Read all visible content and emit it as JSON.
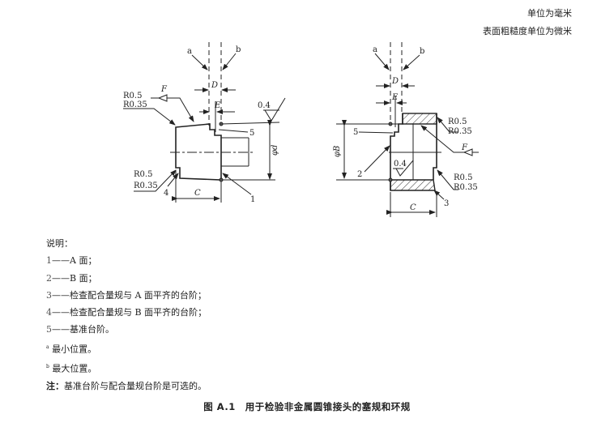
{
  "units": {
    "length": "单位为毫米",
    "roughness": "表面粗糙度单位为微米"
  },
  "plug_gauge": {
    "a": "a",
    "b": "b",
    "D": "D",
    "E": "E",
    "F": "F",
    "roughness": "0.4",
    "r1": "R0.5",
    "r2": "R0.35",
    "r3": "R0.5",
    "r4": "R0.35",
    "diameter": "φd",
    "C": "C",
    "n1": "1",
    "n4": "4",
    "n5": "5"
  },
  "ring_gauge": {
    "a": "a",
    "b": "b",
    "D": "D",
    "E": "E",
    "F": "F",
    "roughness": "0.4",
    "r1": "R0.5",
    "r2": "R0.35",
    "r3": "R0.5",
    "r4": "R0.35",
    "diameter": "φB",
    "C": "C",
    "n2": "2",
    "n3": "3",
    "n5": "5"
  },
  "notes": {
    "title": "说明：",
    "items": [
      {
        "num": "1",
        "text": "A 面；"
      },
      {
        "num": "2",
        "text": "B 面；"
      },
      {
        "num": "3",
        "text": "检查配合量规与 A 面平齐的台阶；"
      },
      {
        "num": "4",
        "text": "检查配合量规与 B 面平齐的台阶；"
      },
      {
        "num": "5",
        "text": "基准台阶。"
      }
    ],
    "dash": "——",
    "footnotes": [
      {
        "mark": "a",
        "text": "最小位置。"
      },
      {
        "mark": "b",
        "text": "最大位置。"
      }
    ],
    "note_label": "注：",
    "note_text": "基准台阶与配合量规台阶是可选的。"
  },
  "caption": "图 A.1　用于检验非金属圆锥接头的塞规和环规"
}
